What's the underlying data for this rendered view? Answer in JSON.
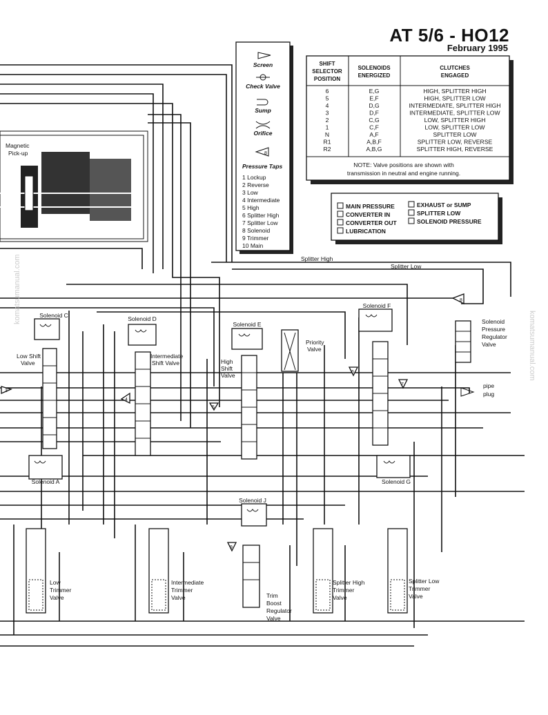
{
  "header": {
    "title": "AT 5/6 - HO12",
    "date": "February 1995"
  },
  "legend_symbols": {
    "items": [
      "Screen",
      "Check Valve",
      "Sump",
      "Orifice"
    ],
    "pressure_taps_title": "Pressure Taps",
    "taps": [
      "1  Lockup",
      "2  Reverse",
      "3  Low",
      "4  Intermediate",
      "5  High",
      "6  Splitter High",
      "7  Splitter Low",
      "8  Solenoid",
      "9  Trimmer",
      "10 Main"
    ]
  },
  "shift_table": {
    "headers": [
      [
        "SHIFT",
        "SELECTOR",
        "POSITION"
      ],
      [
        "SOLENOIDS",
        "ENERGIZED"
      ],
      [
        "CLUTCHES",
        "ENGAGED"
      ]
    ],
    "rows": [
      [
        "6",
        "E,G",
        "HIGH, SPLITTER HIGH"
      ],
      [
        "5",
        "E,F",
        "HIGH, SPLITTER LOW"
      ],
      [
        "4",
        "D,G",
        "INTERMEDIATE, SPLITTER HIGH"
      ],
      [
        "3",
        "D,F",
        "INTERMEDIATE, SPLITTER LOW"
      ],
      [
        "2",
        "C,G",
        "LOW, SPLITTER HIGH"
      ],
      [
        "1",
        "C,F",
        "LOW, SPLITTER LOW"
      ],
      [
        "N",
        "A,F",
        "SPLITTER LOW"
      ],
      [
        "R1",
        "A,B,F",
        "SPLITTER LOW, REVERSE"
      ],
      [
        "R2",
        "A,B,G",
        "SPLITTER HIGH, REVERSE"
      ]
    ],
    "note_line1": "NOTE: Valve positions are shown with",
    "note_line2": "transmission in neutral and engine running."
  },
  "pressure_legend": {
    "left": [
      "MAIN PRESSURE",
      "CONVERTER IN",
      "CONVERTER OUT",
      "LUBRICATION"
    ],
    "right": [
      "EXHAUST or SUMP",
      "SPLITTER LOW",
      "SOLENOID PRESSURE"
    ]
  },
  "labels": {
    "magnetic_pickup": [
      "Magnetic",
      "Pick-up"
    ],
    "splitter_high": "Splitter High",
    "splitter_low": "Splitter Low",
    "solenoid_c": "Solenoid C",
    "solenoid_d": "Solenoid D",
    "solenoid_e": "Solenoid E",
    "solenoid_f": "Solenoid F",
    "solenoid_a": "Solenoid A",
    "solenoid_g": "Solenoid G",
    "solenoid_j": "Solenoid J",
    "low_shift": [
      "Low Shift",
      "Valve"
    ],
    "intermediate_shift": [
      "Intermediate",
      "Shift Valve"
    ],
    "high_shift": [
      "High",
      "Shift",
      "Valve"
    ],
    "priority": [
      "Priority",
      "Valve"
    ],
    "solenoid_pressure_regulator": [
      "Solenoid",
      "Pressure",
      "Regulator",
      "Valve"
    ],
    "pipe_plug": [
      "pipe",
      "plug"
    ],
    "low_trimmer": [
      "Low",
      "Trimmer",
      "Valve"
    ],
    "intermediate_trimmer": [
      "Intermediate",
      "Trimmer",
      "Valve"
    ],
    "trim_boost": [
      "Trim",
      "Boost",
      "Regulator",
      "Valve"
    ],
    "splitter_high_trimmer": [
      "Splitter High",
      "Trimmer",
      "Valve"
    ],
    "splitter_low_trimmer": [
      "Splitter Low",
      "Trimmer",
      "Valve"
    ],
    "tap_numbers": [
      "3",
      "4",
      "5",
      "6",
      "7",
      "8",
      "9"
    ]
  },
  "watermark": "komatsumanual.com"
}
